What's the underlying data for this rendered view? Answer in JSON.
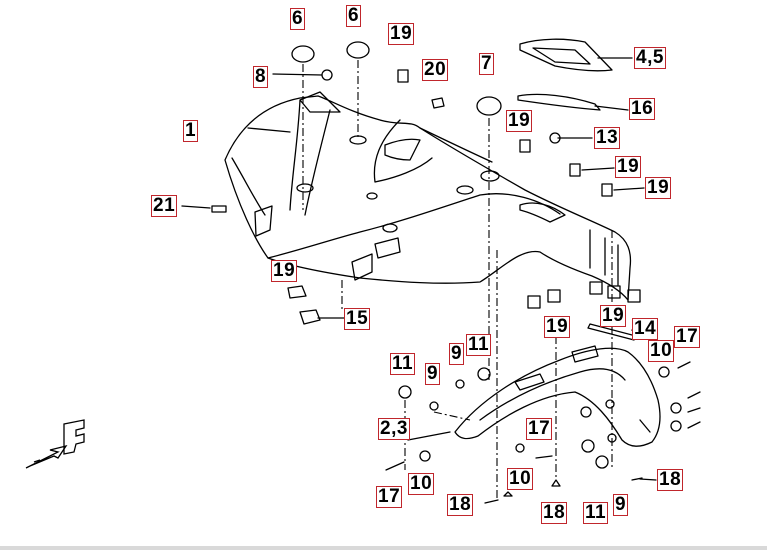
{
  "callouts": {
    "c6a": "6",
    "c6b": "6",
    "c19a": "19",
    "c20": "20",
    "c7": "7",
    "c45": "4,5",
    "c8": "8",
    "c16": "16",
    "c1": "1",
    "c19b": "19",
    "c13": "13",
    "c19c": "19",
    "c19d": "19",
    "c21": "21",
    "c19e": "19",
    "c15": "15",
    "c19f": "19",
    "c19g": "19",
    "c14": "14",
    "c11a": "11",
    "c9a": "9",
    "c11b": "11",
    "c17a": "17",
    "c10a": "10",
    "c23": "2,3",
    "c17b": "17",
    "c10b": "10",
    "c17c": "17",
    "c10c": "10",
    "c18a": "18",
    "c18b": "18",
    "c11c": "11",
    "c9b": "9",
    "c18c": "18"
  },
  "colors": {
    "label_border": "#c0262c",
    "line": "#000000",
    "background": "#ffffff"
  },
  "icons": {
    "front_direction": "front-arrow-f-icon"
  }
}
